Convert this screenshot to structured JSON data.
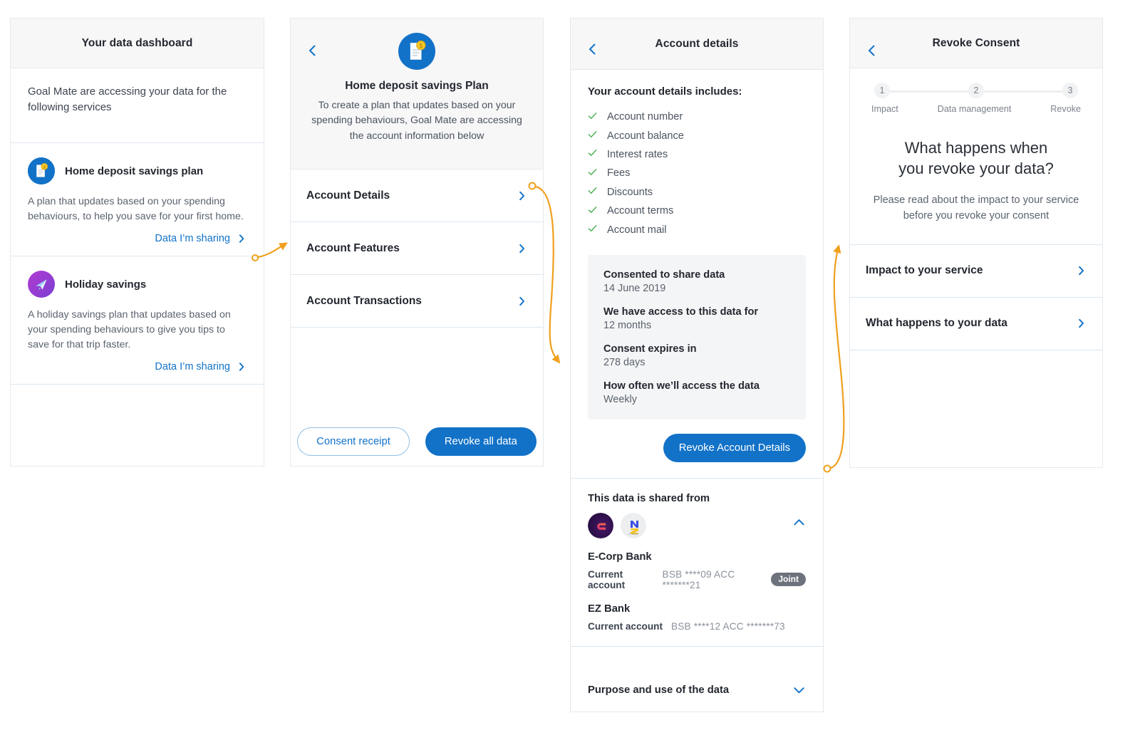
{
  "accent": {
    "blue": "#1272c8",
    "orange": "#f0a01e",
    "green": "#3fae49",
    "gray_text": "#5b636e"
  },
  "panel1": {
    "title": "Your data dashboard",
    "intro": "Goal Mate are accessing your data for the following services",
    "services": [
      {
        "icon": "savings-document-icon",
        "name": "Home deposit savings plan",
        "description": "A plan that updates based on your spending behaviours, to help you save for your first home.",
        "link": "Data I’m sharing"
      },
      {
        "icon": "airplane-icon",
        "name": "Holiday savings",
        "description": "A holiday savings plan that updates based on your spending behaviours to give you tips to save for that trip faster.",
        "link": "Data I’m sharing"
      }
    ]
  },
  "panel2": {
    "back": "back-chevron-icon",
    "icon": "savings-document-icon",
    "title": "Home deposit savings Plan",
    "description": "To create a plan that updates based on your spending behaviours, Goal Mate are accessing the account information below",
    "rows": [
      {
        "label": "Account Details"
      },
      {
        "label": "Account Features"
      },
      {
        "label": "Account Transactions"
      }
    ],
    "secondary_button": "Consent receipt",
    "primary_button": "Revoke all data"
  },
  "panel3": {
    "title": "Account details",
    "list_heading": "Your account details includes:",
    "items": [
      "Account number",
      "Account balance",
      "Interest rates",
      "Fees",
      "Discounts",
      "Account terms",
      "Account mail"
    ],
    "consent": [
      {
        "key": "Consented to share data",
        "value": "14 June 2019"
      },
      {
        "key": "We have access to this data for",
        "value": "12 months"
      },
      {
        "key": "Consent expires in",
        "value": "278 days"
      },
      {
        "key": "How often we’ll access the data",
        "value": "Weekly"
      }
    ],
    "revoke_button": "Revoke Account Details",
    "shared_title": "This data is shared from",
    "banks": [
      {
        "name": "E-Corp Bank",
        "account_type": "Current account",
        "account_number": "BSB ****09 ACC *******21",
        "badge": "Joint"
      },
      {
        "name": "EZ Bank",
        "account_type": "Current account",
        "account_number": "BSB ****12 ACC *******73",
        "badge": ""
      }
    ],
    "purpose_title": "Purpose and use of the data"
  },
  "panel4": {
    "title": "Revoke Consent",
    "steps": [
      {
        "num": "1",
        "label": "Impact"
      },
      {
        "num": "2",
        "label": "Data management"
      },
      {
        "num": "3",
        "label": "Revoke"
      }
    ],
    "heading_line1": "What happens when",
    "heading_line2": "you revoke your data?",
    "subtext": "Please read about the impact to your service before you revoke your consent",
    "rows": [
      {
        "label": "Impact to your service"
      },
      {
        "label": "What happens to your data"
      }
    ]
  }
}
